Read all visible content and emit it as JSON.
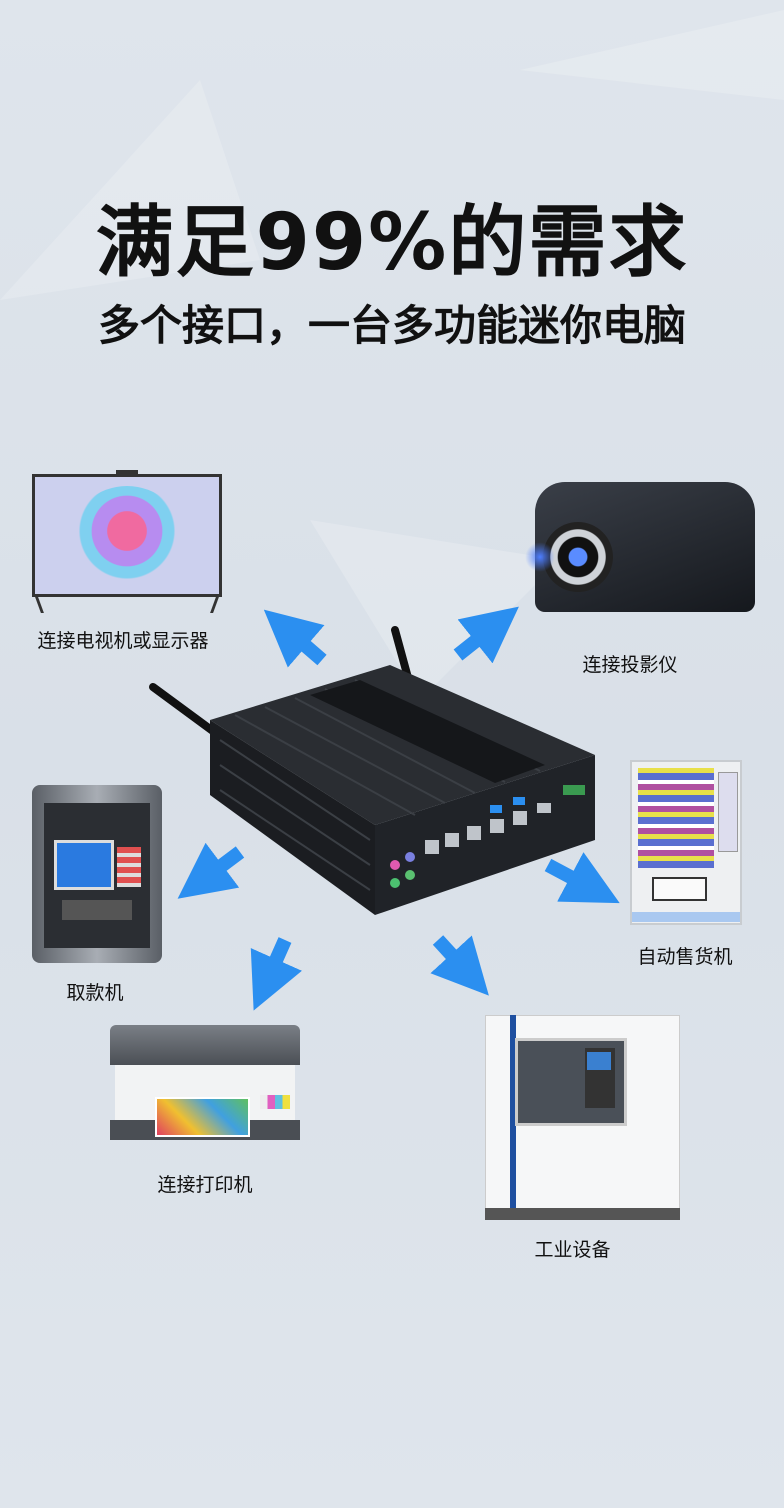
{
  "headline": "满足99%的需求",
  "subheadline": "多个接口，一台多功能迷你电脑",
  "accent_color": "#2b8ff0",
  "center_product": "fanless-mini-pc",
  "devices": [
    {
      "id": "tv",
      "label": "连接电视机或显示器"
    },
    {
      "id": "projector",
      "label": "连接投影仪"
    },
    {
      "id": "atm",
      "label": "取款机"
    },
    {
      "id": "vending",
      "label": "自动售货机"
    },
    {
      "id": "printer",
      "label": "连接打印机"
    },
    {
      "id": "industrial",
      "label": "工业设备"
    }
  ]
}
